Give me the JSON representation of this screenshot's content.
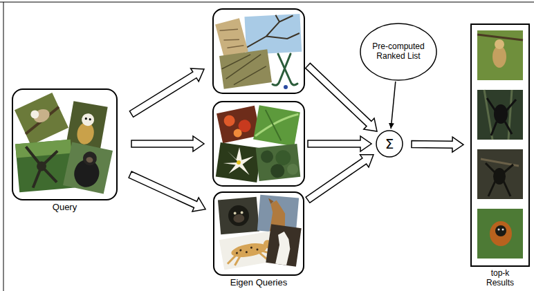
{
  "diagram": {
    "nodes": [
      {
        "text": [
          "Query"
        ]
      },
      {
        "text": [
          "Eigen Queries"
        ]
      },
      {
        "text": [
          "Pre-computed Ranked List"
        ]
      },
      {
        "text": [
          "Σ"
        ]
      },
      {
        "text": [
          "top-k Results"
        ]
      }
    ],
    "edges": [
      {
        "from": 0,
        "to": 1,
        "arrow": "to"
      },
      {
        "from": 1,
        "to": 3,
        "arrow": "to"
      },
      {
        "from": 2,
        "to": 3,
        "arrow": "to"
      },
      {
        "from": 3,
        "to": 4,
        "arrow": "to"
      }
    ]
  }
}
